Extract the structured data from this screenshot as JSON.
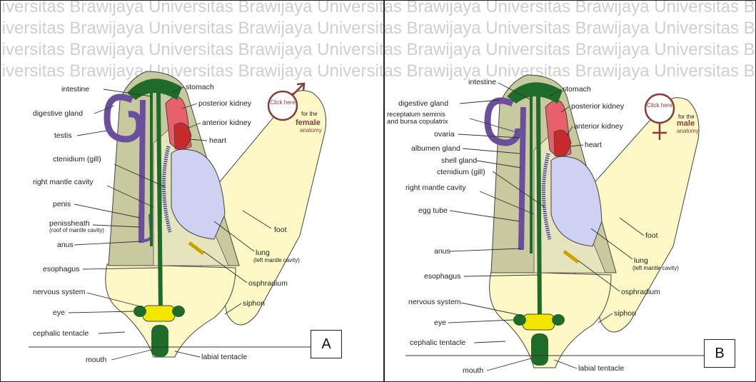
{
  "watermark": {
    "text": "Universitas Brawijaya"
  },
  "panel_a": {
    "box_label": "A",
    "click_text": "Click here",
    "for_the": "for the",
    "anatomy_word": "female",
    "anatomy": "anatomy",
    "labels": {
      "intestine": "intestine",
      "stomach": "stomach",
      "digestive_gland": "digestive gland",
      "posterior_kidney": "posterior kidney",
      "testis": "testis",
      "anterior_kidney": "anterior kidney",
      "heart": "heart",
      "ctenidium": "ctenidium (gill)",
      "right_mantle": "right mantle cavity",
      "penis": "penis",
      "penissheath": "penissheath",
      "penissheath_note": "(roof of mantle cavity)",
      "foot": "foot",
      "anus": "anus",
      "lung": "lung",
      "lung_note": "(left mantle cavity)",
      "esophagus": "esophagus",
      "osphradium": "osphradium",
      "nervous": "nervous system",
      "siphon": "siphon",
      "eye": "eye",
      "cephalic": "cephalic tentacle",
      "mouth": "mouth",
      "labial": "labial tentacle"
    }
  },
  "panel_b": {
    "box_label": "B",
    "click_text": "Click here",
    "for_the": "for the",
    "anatomy_word": "male",
    "anatomy": "anatomy",
    "labels": {
      "intestine": "intestine",
      "stomach": "stomach",
      "digestive_gland": "digestive gland",
      "posterior_kidney": "posterior kidney",
      "receptalum1": "receptalum seminis",
      "receptalum2": "and bursa copulatrix",
      "anterior_kidney": "anterior kidney",
      "ovaria": "ovaria",
      "heart": "heart",
      "albumen": "albumen gland",
      "shell": "shell gland",
      "ctenidium": "ctenidium (gill)",
      "right_mantle": "right mantle cavity",
      "egg_tube": "egg tube",
      "foot": "foot",
      "anus": "anus",
      "lung": "lung",
      "lung_note": "(left mantle cavity)",
      "esophagus": "esophagus",
      "osphradium": "osphradium",
      "nervous": "nervous system",
      "siphon": "siphon",
      "eye": "eye",
      "cephalic": "cephalic tentacle",
      "mouth": "mouth",
      "labial": "labial tentacle"
    }
  },
  "colors": {
    "foot": "#fdf8c6",
    "mantle": "#c9c9a0",
    "gut": "#1f6b2a",
    "gland": "#6a4f9c",
    "kidney": "#e8606a",
    "lung": "#cfd1f2",
    "click": "#8b3a3a"
  }
}
